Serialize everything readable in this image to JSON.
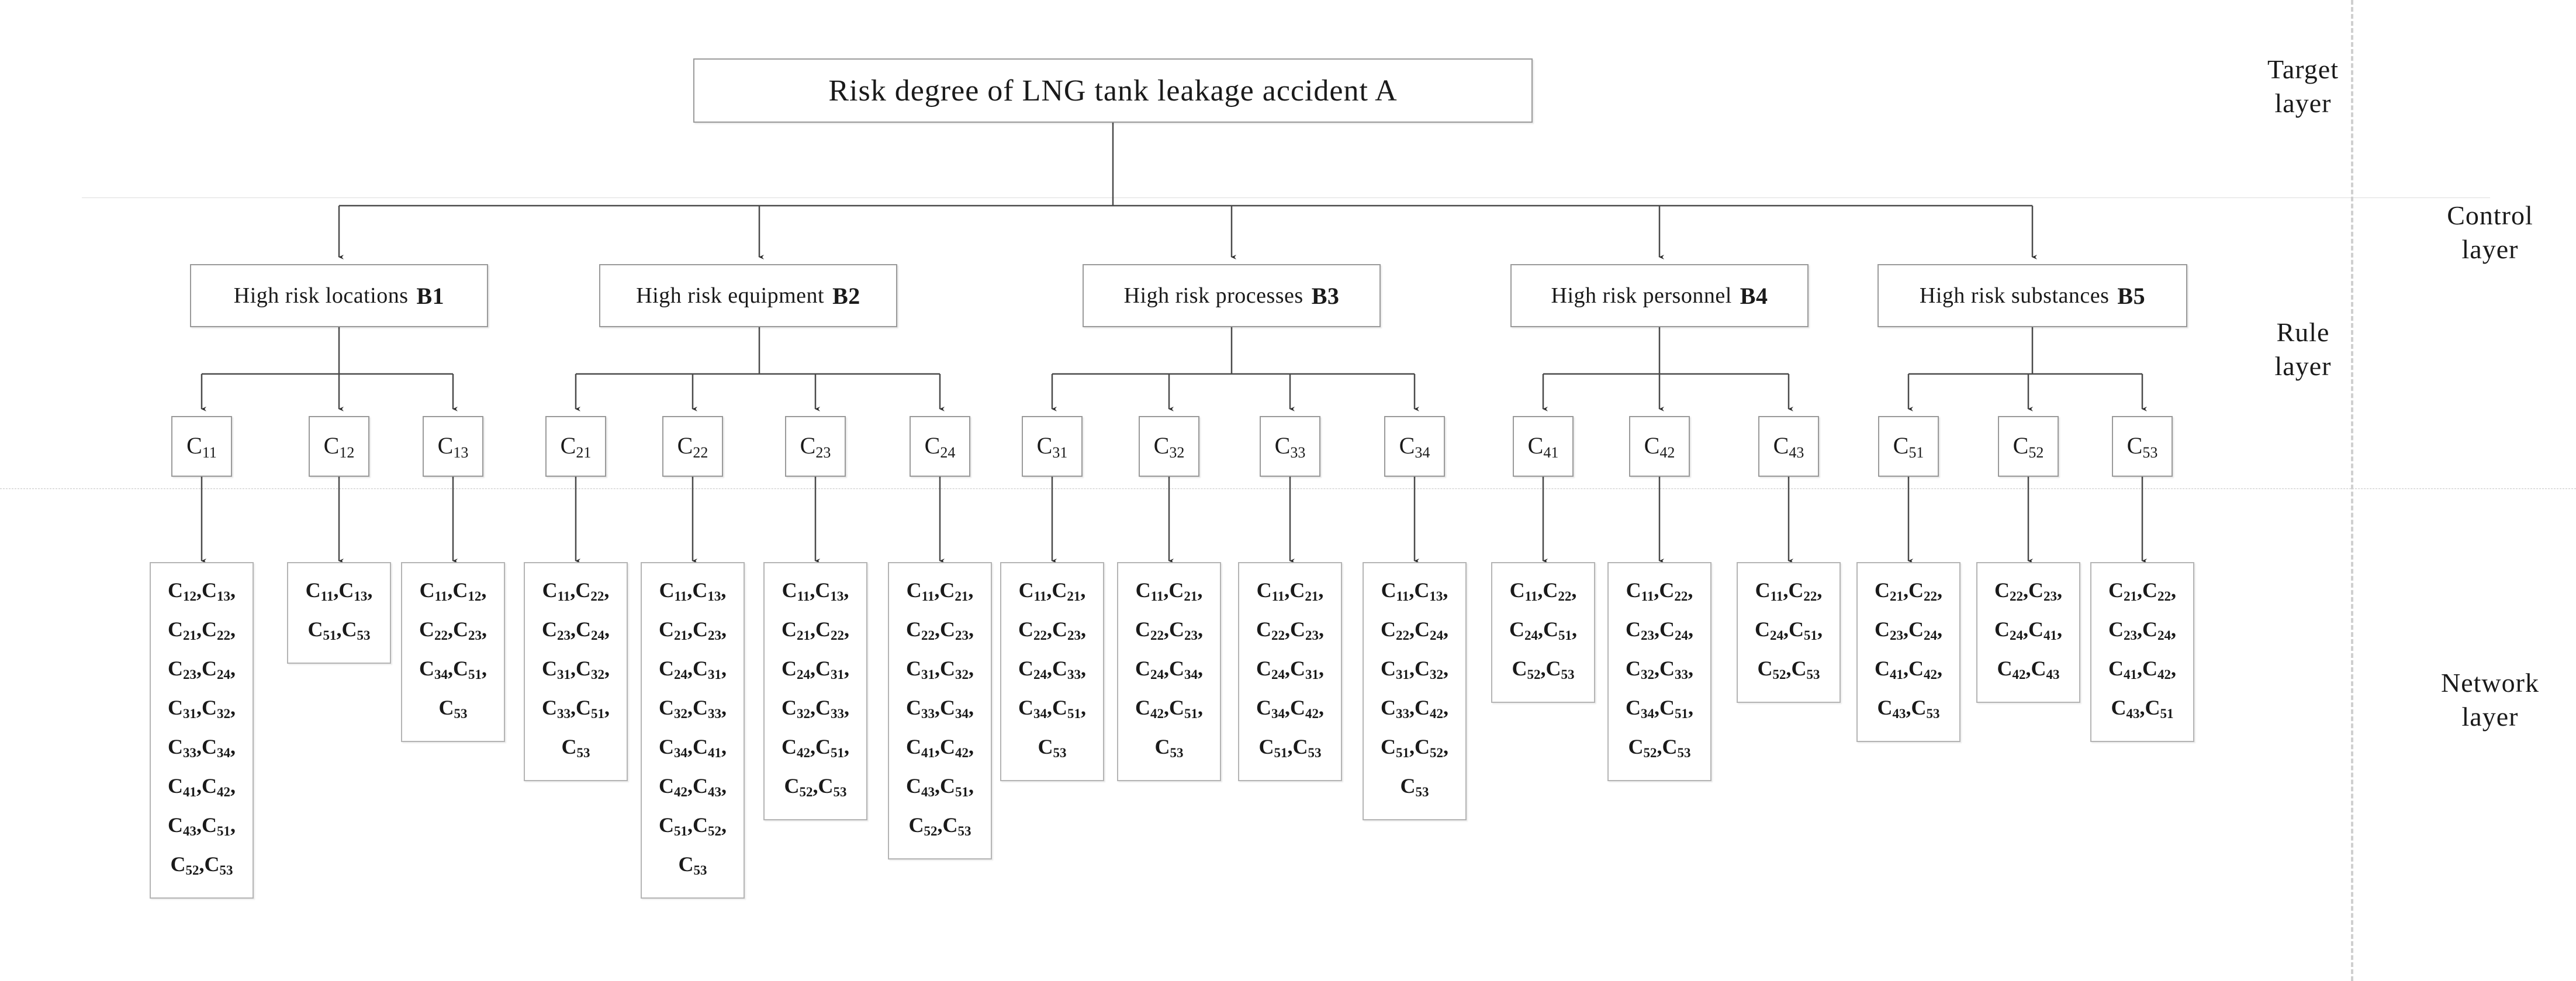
{
  "diagram": {
    "title_node": "Risk degree of LNG tank leakage accident A",
    "layer_labels": {
      "target": "Target\nlayer",
      "rule": "Rule\nlayer",
      "control": "Control\nlayer",
      "network": "Network\nlayer"
    }
  },
  "control_nodes": [
    {
      "label": "High risk locations",
      "code": "B1"
    },
    {
      "label": "High risk equipment",
      "code": "B2"
    },
    {
      "label": "High risk processes",
      "code": "B3"
    },
    {
      "label": "High risk personnel",
      "code": "B4"
    },
    {
      "label": "High risk substances",
      "code": "B5"
    }
  ],
  "rule_nodes": [
    {
      "base": "C",
      "sub": "11"
    },
    {
      "base": "C",
      "sub": "12"
    },
    {
      "base": "C",
      "sub": "13"
    },
    {
      "base": "C",
      "sub": "21"
    },
    {
      "base": "C",
      "sub": "22"
    },
    {
      "base": "C",
      "sub": "23"
    },
    {
      "base": "C",
      "sub": "24"
    },
    {
      "base": "C",
      "sub": "31"
    },
    {
      "base": "C",
      "sub": "32"
    },
    {
      "base": "C",
      "sub": "33"
    },
    {
      "base": "C",
      "sub": "34"
    },
    {
      "base": "C",
      "sub": "41"
    },
    {
      "base": "C",
      "sub": "42"
    },
    {
      "base": "C",
      "sub": "43"
    },
    {
      "base": "C",
      "sub": "51"
    },
    {
      "base": "C",
      "sub": "52"
    },
    {
      "base": "C",
      "sub": "53"
    }
  ],
  "network_boxes": [
    {
      "parent": "C11",
      "lines": [
        [
          "12",
          "13"
        ],
        [
          "21",
          "22"
        ],
        [
          "23",
          "24"
        ],
        [
          "31",
          "32"
        ],
        [
          "33",
          "34"
        ],
        [
          "41",
          "42"
        ],
        [
          "43",
          "51"
        ],
        [
          "52",
          "53"
        ]
      ]
    },
    {
      "parent": "C12",
      "lines": [
        [
          "11",
          "13"
        ],
        [
          "51",
          "53"
        ]
      ]
    },
    {
      "parent": "C13",
      "lines": [
        [
          "11",
          "12"
        ],
        [
          "22",
          "23"
        ],
        [
          "34",
          "51"
        ],
        [
          "53"
        ]
      ]
    },
    {
      "parent": "C21",
      "lines": [
        [
          "11",
          "22"
        ],
        [
          "23",
          "24"
        ],
        [
          "31",
          "32"
        ],
        [
          "33",
          "51"
        ],
        [
          "53"
        ]
      ]
    },
    {
      "parent": "C22",
      "lines": [
        [
          "11",
          "13"
        ],
        [
          "21",
          "23"
        ],
        [
          "24",
          "31"
        ],
        [
          "32",
          "33"
        ],
        [
          "34",
          "41"
        ],
        [
          "42",
          "43"
        ],
        [
          "51",
          "52"
        ],
        [
          "53"
        ]
      ]
    },
    {
      "parent": "C23",
      "lines": [
        [
          "11",
          "13"
        ],
        [
          "21",
          "22"
        ],
        [
          "24",
          "31"
        ],
        [
          "32",
          "33"
        ],
        [
          "42",
          "51"
        ],
        [
          "52",
          "53"
        ]
      ]
    },
    {
      "parent": "C24",
      "lines": [
        [
          "11",
          "21"
        ],
        [
          "22",
          "23"
        ],
        [
          "31",
          "32"
        ],
        [
          "33",
          "34"
        ],
        [
          "41",
          "42"
        ],
        [
          "43",
          "51"
        ],
        [
          "52",
          "53"
        ]
      ]
    },
    {
      "parent": "C31",
      "lines": [
        [
          "11",
          "21"
        ],
        [
          "22",
          "23"
        ],
        [
          "24",
          "33"
        ],
        [
          "34",
          "51"
        ],
        [
          "53"
        ]
      ]
    },
    {
      "parent": "C32",
      "lines": [
        [
          "11",
          "21"
        ],
        [
          "22",
          "23"
        ],
        [
          "24",
          "34"
        ],
        [
          "42",
          "51"
        ],
        [
          "53"
        ]
      ]
    },
    {
      "parent": "C33",
      "lines": [
        [
          "11",
          "21"
        ],
        [
          "22",
          "23"
        ],
        [
          "24",
          "31"
        ],
        [
          "34",
          "42"
        ],
        [
          "51",
          "53"
        ]
      ]
    },
    {
      "parent": "C34",
      "lines": [
        [
          "11",
          "13"
        ],
        [
          "22",
          "24"
        ],
        [
          "31",
          "32"
        ],
        [
          "33",
          "42"
        ],
        [
          "51",
          "52"
        ],
        [
          "53"
        ]
      ]
    },
    {
      "parent": "C41",
      "lines": [
        [
          "11",
          "22"
        ],
        [
          "24",
          "51"
        ],
        [
          "52",
          "53"
        ]
      ]
    },
    {
      "parent": "C42",
      "lines": [
        [
          "11",
          "22"
        ],
        [
          "23",
          "24"
        ],
        [
          "32",
          "33"
        ],
        [
          "34",
          "51"
        ],
        [
          "52",
          "53"
        ]
      ]
    },
    {
      "parent": "C43",
      "lines": [
        [
          "11",
          "22"
        ],
        [
          "24",
          "51"
        ],
        [
          "52",
          "53"
        ]
      ]
    },
    {
      "parent": "C51",
      "lines": [
        [
          "21",
          "22"
        ],
        [
          "23",
          "24"
        ],
        [
          "41",
          "42"
        ],
        [
          "43",
          "53"
        ]
      ]
    },
    {
      "parent": "C52",
      "lines": [
        [
          "22",
          "23"
        ],
        [
          "24",
          "41"
        ],
        [
          "42",
          "43"
        ]
      ]
    },
    {
      "parent": "C53",
      "lines": [
        [
          "21",
          "22"
        ],
        [
          "23",
          "24"
        ],
        [
          "41",
          "42"
        ],
        [
          "43",
          "51"
        ]
      ]
    }
  ]
}
